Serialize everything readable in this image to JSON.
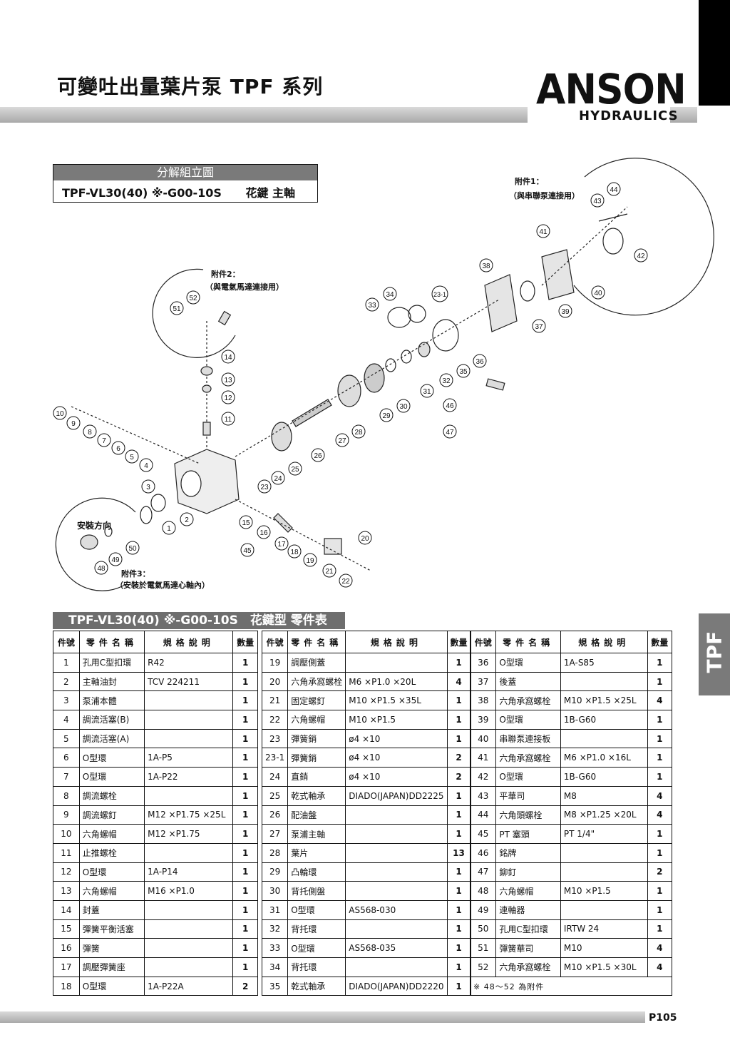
{
  "header": {
    "title": "可變吐出量葉片泵 TPF 系列",
    "logo_main": "ANSON",
    "logo_sub": "HYDRAULICS",
    "side_tab": "TPF"
  },
  "exploded": {
    "section_title": "分解組立圖",
    "model": "TPF-VL30(40) ※-G00-10S",
    "model_suffix": "花鍵 主軸"
  },
  "diagram": {
    "accessory1_title": "附件1：",
    "accessory1_desc": "（與串聯泵連接用）",
    "accessory2_title": "附件2：",
    "accessory2_desc": "（與電氣馬達連接用）",
    "accessory3_title": "附件3：",
    "accessory3_desc": "（安裝於電氣馬達心軸內）",
    "install_direction": "安裝方向",
    "callouts": [
      "1",
      "2",
      "3",
      "4",
      "5",
      "6",
      "7",
      "8",
      "9",
      "10",
      "11",
      "12",
      "13",
      "14",
      "15",
      "16",
      "17",
      "18",
      "19",
      "20",
      "21",
      "22",
      "23",
      "23-1",
      "24",
      "25",
      "26",
      "27",
      "28",
      "29",
      "30",
      "31",
      "32",
      "33",
      "34",
      "35",
      "36",
      "37",
      "38",
      "39",
      "40",
      "41",
      "42",
      "43",
      "44",
      "45",
      "46",
      "47",
      "48",
      "49",
      "50",
      "51",
      "52"
    ]
  },
  "parts": {
    "table_title": "TPF-VL30(40) ※-G00-10S　花鍵型 零件表",
    "headers": {
      "no": "件號",
      "name": "零件名稱",
      "spec": "規格說明",
      "qty": "數量"
    },
    "col1": [
      {
        "no": "1",
        "name": "孔用C型扣環",
        "spec": "R42",
        "qty": "1"
      },
      {
        "no": "2",
        "name": "主軸油封",
        "spec": "TCV 224211",
        "qty": "1"
      },
      {
        "no": "3",
        "name": "泵浦本體",
        "spec": "",
        "qty": "1"
      },
      {
        "no": "4",
        "name": "調流活塞(B)",
        "spec": "",
        "qty": "1"
      },
      {
        "no": "5",
        "name": "調流活塞(A)",
        "spec": "",
        "qty": "1"
      },
      {
        "no": "6",
        "name": "O型環",
        "spec": "1A-P5",
        "qty": "1"
      },
      {
        "no": "7",
        "name": "O型環",
        "spec": "1A-P22",
        "qty": "1"
      },
      {
        "no": "8",
        "name": "調流螺栓",
        "spec": "",
        "qty": "1"
      },
      {
        "no": "9",
        "name": "調流螺釘",
        "spec": "M12 ×P1.75 ×25L",
        "qty": "1"
      },
      {
        "no": "10",
        "name": "六角螺帽",
        "spec": "M12 ×P1.75",
        "qty": "1"
      },
      {
        "no": "11",
        "name": "止推螺栓",
        "spec": "",
        "qty": "1"
      },
      {
        "no": "12",
        "name": "O型環",
        "spec": "1A-P14",
        "qty": "1"
      },
      {
        "no": "13",
        "name": "六角螺帽",
        "spec": "M16 ×P1.0",
        "qty": "1"
      },
      {
        "no": "14",
        "name": "封蓋",
        "spec": "",
        "qty": "1"
      },
      {
        "no": "15",
        "name": "彈簧平衡活塞",
        "spec": "",
        "qty": "1"
      },
      {
        "no": "16",
        "name": "彈簧",
        "spec": "",
        "qty": "1"
      },
      {
        "no": "17",
        "name": "調壓彈簧座",
        "spec": "",
        "qty": "1"
      },
      {
        "no": "18",
        "name": "O型環",
        "spec": "1A-P22A",
        "qty": "2"
      }
    ],
    "col2": [
      {
        "no": "19",
        "name": "調壓側蓋",
        "spec": "",
        "qty": "1"
      },
      {
        "no": "20",
        "name": "六角承窩螺栓",
        "spec": "M6 ×P1.0 ×20L",
        "qty": "4"
      },
      {
        "no": "21",
        "name": "固定螺釘",
        "spec": "M10 ×P1.5 ×35L",
        "qty": "1"
      },
      {
        "no": "22",
        "name": "六角螺帽",
        "spec": "M10 ×P1.5",
        "qty": "1"
      },
      {
        "no": "23",
        "name": "彈簧銷",
        "spec": "ø4 ×10",
        "qty": "1"
      },
      {
        "no": "23-1",
        "name": "彈簧銷",
        "spec": "ø4 ×10",
        "qty": "2"
      },
      {
        "no": "24",
        "name": "直銷",
        "spec": "ø4 ×10",
        "qty": "2"
      },
      {
        "no": "25",
        "name": "乾式軸承",
        "spec": "DIADO(JAPAN)DD2225",
        "qty": "1"
      },
      {
        "no": "26",
        "name": "配油盤",
        "spec": "",
        "qty": "1"
      },
      {
        "no": "27",
        "name": "泵浦主軸",
        "spec": "",
        "qty": "1"
      },
      {
        "no": "28",
        "name": "葉片",
        "spec": "",
        "qty": "13"
      },
      {
        "no": "29",
        "name": "凸輪環",
        "spec": "",
        "qty": "1"
      },
      {
        "no": "30",
        "name": "背托側盤",
        "spec": "",
        "qty": "1"
      },
      {
        "no": "31",
        "name": "O型環",
        "spec": "AS568-030",
        "qty": "1"
      },
      {
        "no": "32",
        "name": "背托環",
        "spec": "",
        "qty": "1"
      },
      {
        "no": "33",
        "name": "O型環",
        "spec": "AS568-035",
        "qty": "1"
      },
      {
        "no": "34",
        "name": "背托環",
        "spec": "",
        "qty": "1"
      },
      {
        "no": "35",
        "name": "乾式軸承",
        "spec": "DIADO(JAPAN)DD2220",
        "qty": "1"
      }
    ],
    "col3": [
      {
        "no": "36",
        "name": "O型環",
        "spec": "1A-S85",
        "qty": "1"
      },
      {
        "no": "37",
        "name": "後蓋",
        "spec": "",
        "qty": "1"
      },
      {
        "no": "38",
        "name": "六角承窩螺栓",
        "spec": "M10 ×P1.5 ×25L",
        "qty": "4"
      },
      {
        "no": "39",
        "name": "O型環",
        "spec": "1B-G60",
        "qty": "1"
      },
      {
        "no": "40",
        "name": "串聯泵連接板",
        "spec": "",
        "qty": "1"
      },
      {
        "no": "41",
        "name": "六角承窩螺栓",
        "spec": "M6 ×P1.0 ×16L",
        "qty": "1"
      },
      {
        "no": "42",
        "name": "O型環",
        "spec": "1B-G60",
        "qty": "1"
      },
      {
        "no": "43",
        "name": "平華司",
        "spec": "M8",
        "qty": "4"
      },
      {
        "no": "44",
        "name": "六角頭螺栓",
        "spec": "M8 ×P1.25 ×20L",
        "qty": "4"
      },
      {
        "no": "45",
        "name": "PT 塞頭",
        "spec": "PT 1/4\"",
        "qty": "1"
      },
      {
        "no": "46",
        "name": "銘牌",
        "spec": "",
        "qty": "1"
      },
      {
        "no": "47",
        "name": "鉚釘",
        "spec": "",
        "qty": "2"
      },
      {
        "no": "48",
        "name": "六角螺帽",
        "spec": "M10 ×P1.5",
        "qty": "1"
      },
      {
        "no": "49",
        "name": "連軸器",
        "spec": "",
        "qty": "1"
      },
      {
        "no": "50",
        "name": "孔用C型扣環",
        "spec": "IRTW 24",
        "qty": "1"
      },
      {
        "no": "51",
        "name": "彈簧華司",
        "spec": "M10",
        "qty": "4"
      },
      {
        "no": "52",
        "name": "六角承窩螺栓",
        "spec": "M10 ×P1.5 ×30L",
        "qty": "4"
      }
    ],
    "note": "※ 48～52 為附件"
  },
  "footer": {
    "page": "P105"
  }
}
